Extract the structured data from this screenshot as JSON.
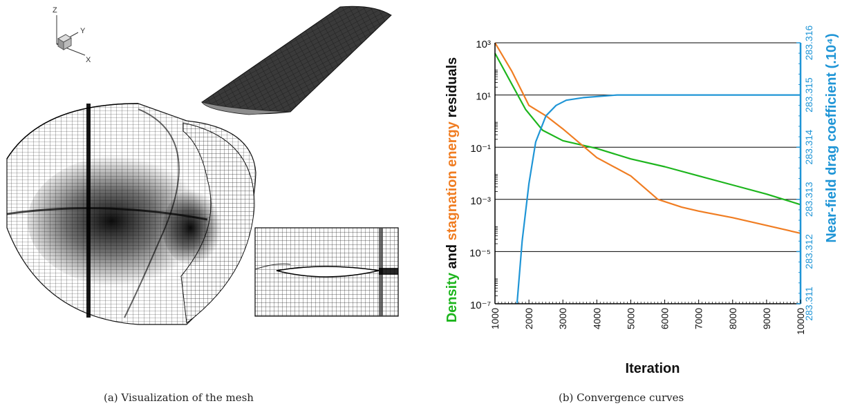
{
  "left": {
    "axes_labels": {
      "z": "Z",
      "y": "Y",
      "x": "X"
    },
    "caption": "(a) Visualization of the mesh"
  },
  "right": {
    "caption": "(b) Convergence curves",
    "chart_data": {
      "type": "line",
      "title": "",
      "xlabel": "Iteration",
      "ylabel_left_parts": [
        {
          "text": "Density",
          "color": "#1db51d"
        },
        {
          "text": " and ",
          "color": "#111111"
        },
        {
          "text": "stagnation energy",
          "color": "#f07d22"
        },
        {
          "text": " residuals",
          "color": "#111111"
        }
      ],
      "ylabel_right": "Near-field drag coefficient (.10⁴)",
      "ylabel_right_color": "#1f95d6",
      "xlim": [
        1000,
        10000
      ],
      "xticks": [
        "1000",
        "2000",
        "3000",
        "4000",
        "5000",
        "6000",
        "7000",
        "8000",
        "9000",
        "10000"
      ],
      "yleft_scale": "log",
      "yleft_lim_exp": [
        -7,
        3
      ],
      "yleft_ticks": [
        {
          "exp": 3,
          "label": "10³"
        },
        {
          "exp": 1,
          "label": "10¹"
        },
        {
          "exp": -1,
          "label": "10⁻¹"
        },
        {
          "exp": -3,
          "label": "10⁻³"
        },
        {
          "exp": -5,
          "label": "10⁻⁵"
        },
        {
          "exp": -7,
          "label": "10⁻⁷"
        }
      ],
      "yright_lim": [
        283.311,
        283.316
      ],
      "yright_ticks": [
        "283.311",
        "283.312",
        "283.313",
        "283.314",
        "283.315",
        "283.316"
      ],
      "grid": "horizontal",
      "series": [
        {
          "color": "#1db51d",
          "axis": "left",
          "points": [
            [
              1000,
              2.6
            ],
            [
              1900,
              0.45
            ],
            [
              2400,
              -0.35
            ],
            [
              3000,
              -0.75
            ],
            [
              4000,
              -1.05
            ],
            [
              5000,
              -1.45
            ],
            [
              6000,
              -1.75
            ],
            [
              7000,
              -2.1
            ],
            [
              8000,
              -2.45
            ],
            [
              9000,
              -2.8
            ],
            [
              10000,
              -3.2
            ]
          ]
        },
        {
          "color": "#f07d22",
          "axis": "left",
          "points": [
            [
              1000,
              3.0
            ],
            [
              1500,
              1.9
            ],
            [
              2000,
              0.6
            ],
            [
              2500,
              0.2
            ],
            [
              3000,
              -0.3
            ],
            [
              4000,
              -1.4
            ],
            [
              5000,
              -2.1
            ],
            [
              5800,
              -3.0
            ],
            [
              6500,
              -3.3
            ],
            [
              7000,
              -3.45
            ],
            [
              8000,
              -3.7
            ],
            [
              9000,
              -4.0
            ],
            [
              10000,
              -4.3
            ]
          ]
        },
        {
          "color": "#1f95d6",
          "axis": "right",
          "points": [
            [
              1650,
              283.311
            ],
            [
              1800,
              283.3122
            ],
            [
              2000,
              283.3133
            ],
            [
              2200,
              283.3141
            ],
            [
              2500,
              283.3146
            ],
            [
              2800,
              283.3148
            ],
            [
              3100,
              283.3149
            ],
            [
              3600,
              283.31495
            ],
            [
              4600,
              283.315
            ],
            [
              10000,
              283.315
            ]
          ]
        }
      ]
    }
  }
}
